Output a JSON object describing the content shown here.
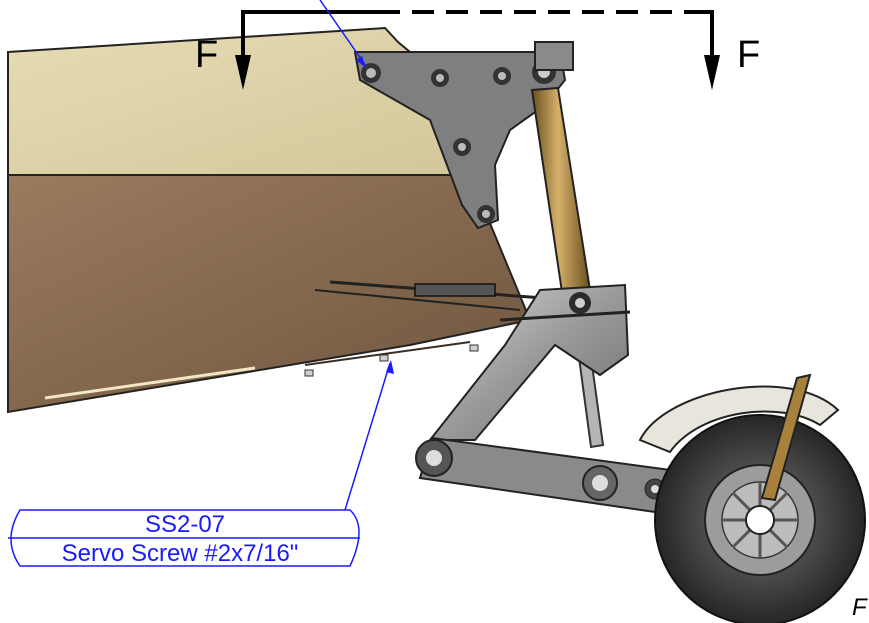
{
  "section_marks": {
    "left_letter": "F",
    "right_letter": "F"
  },
  "callout": {
    "part_number": "SS2-07",
    "description": "Servo Screw #2x7/16\""
  },
  "corner_label": "F",
  "colors": {
    "tan_panel": "#e0d6ad",
    "brown_panel": "#8c6e52",
    "bracket_gray": "#7c7c7c",
    "strut_gold": "#a8823c",
    "callout_blue": "#1a1aff",
    "tire_dark": "#3a3a3a",
    "wheel_cover": "#e8e6dc"
  }
}
